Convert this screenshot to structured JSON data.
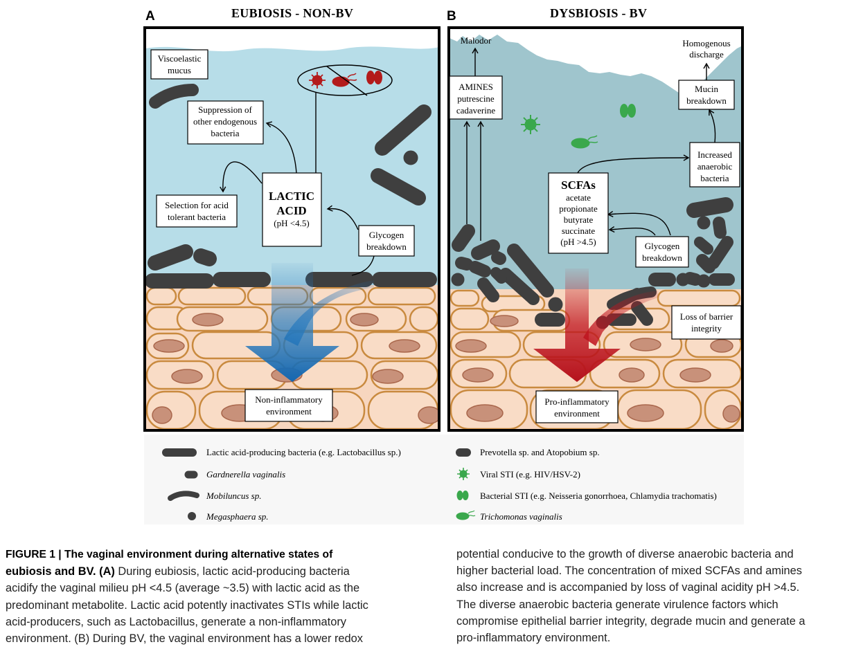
{
  "panelA": {
    "letter": "A",
    "title": "EUBIOSIS - NON-BV",
    "labels": {
      "viscoelastic": [
        "Viscoelastic",
        "mucus"
      ],
      "suppression": [
        "Suppression of",
        "other endogenous",
        "bacteria"
      ],
      "selection": [
        "Selection for acid",
        "tolerant bacteria"
      ],
      "lactic_title": [
        "LACTIC",
        "ACID"
      ],
      "lactic_ph": "(pH <4.5)",
      "glycogen": [
        "Glycogen",
        "breakdown"
      ],
      "noninflammatory": [
        "Non-inflammatory",
        "environment"
      ]
    }
  },
  "panelB": {
    "letter": "B",
    "title": "DYSBIOSIS - BV",
    "labels": {
      "malodor": "Malodor",
      "amines": [
        "AMINES",
        "putrescine",
        "cadaverine"
      ],
      "homogenous": [
        "Homogenous",
        "discharge"
      ],
      "mucin": [
        "Mucin",
        "breakdown"
      ],
      "increased": [
        "Increased",
        "anaerobic",
        "bacteria"
      ],
      "scfas_title": "SCFAs",
      "scfas_list": [
        "acetate",
        "propionate",
        "butyrate",
        "succinate",
        "(pH >4.5)"
      ],
      "glycogen": [
        "Glycogen",
        "breakdown"
      ],
      "loss": [
        "Loss of barrier",
        "integrity"
      ],
      "proinflammatory": [
        "Pro-inflammatory",
        "environment"
      ]
    }
  },
  "legend": {
    "left": [
      {
        "icon": "lactobacillus-rod-icon",
        "text": "Lactic acid-producing bacteria (e.g. Lactobacillus sp.)"
      },
      {
        "icon": "gardnerella-icon",
        "text": "Gardnerella vaginalis"
      },
      {
        "icon": "mobiluncus-icon",
        "text": "Mobiluncus sp."
      },
      {
        "icon": "megasphaera-icon",
        "text": "Megasphaera sp."
      }
    ],
    "right": [
      {
        "icon": "prevotella-icon",
        "text": "Prevotella sp. and Atopobium sp."
      },
      {
        "icon": "virus-icon",
        "text": "Viral STI (e.g. HIV/HSV-2)"
      },
      {
        "icon": "bacterial-sti-icon",
        "text": "Bacterial STI (e.g. Neisseria gonorrhoea, Chlamydia trachomatis)"
      },
      {
        "icon": "trichomonas-icon",
        "text": "Trichomonas vaginalis"
      }
    ]
  },
  "caption": {
    "label": "FIGURE 1 | The vaginal environment during alternative states of eubiosis and BV.",
    "left_lines": [
      "eubiosis and BV. (A) During eubiosis, lactic acid-producing bacteria",
      "acidify the vaginal milieu pH <4.5 (average ~3.5) with lactic acid as the",
      "predominant metabolite. Lactic acid potently inactivates STIs while lactic",
      "acid-producers, such as Lactobacillus, generate a non-inflammatory",
      "environment. (B) During BV, the vaginal environment has a lower redox"
    ],
    "right_lines": [
      "potential conducive to the growth of diverse anaerobic bacteria and",
      "higher bacterial load. The concentration of mixed SCFAs and amines",
      "also increase and is accompanied by loss of vaginal acidity pH >4.5.",
      "The diverse anaerobic bacteria generate virulence factors which",
      "compromise epithelial barrier integrity, degrade mucin and generate a",
      "pro-inflammatory environment."
    ]
  },
  "colors": {
    "mucusA": "#b7dde8",
    "mucusB": "#9fc5cd",
    "cell": "#f7d6bf",
    "cellBorder": "#c98a3f",
    "nucleus": "#c8917a",
    "bacteria": "#3f3f3f",
    "red": "#c0151f",
    "green": "#3aa84c",
    "blueArrow": "#1e6fb8",
    "redArrow": "#c0151f"
  }
}
